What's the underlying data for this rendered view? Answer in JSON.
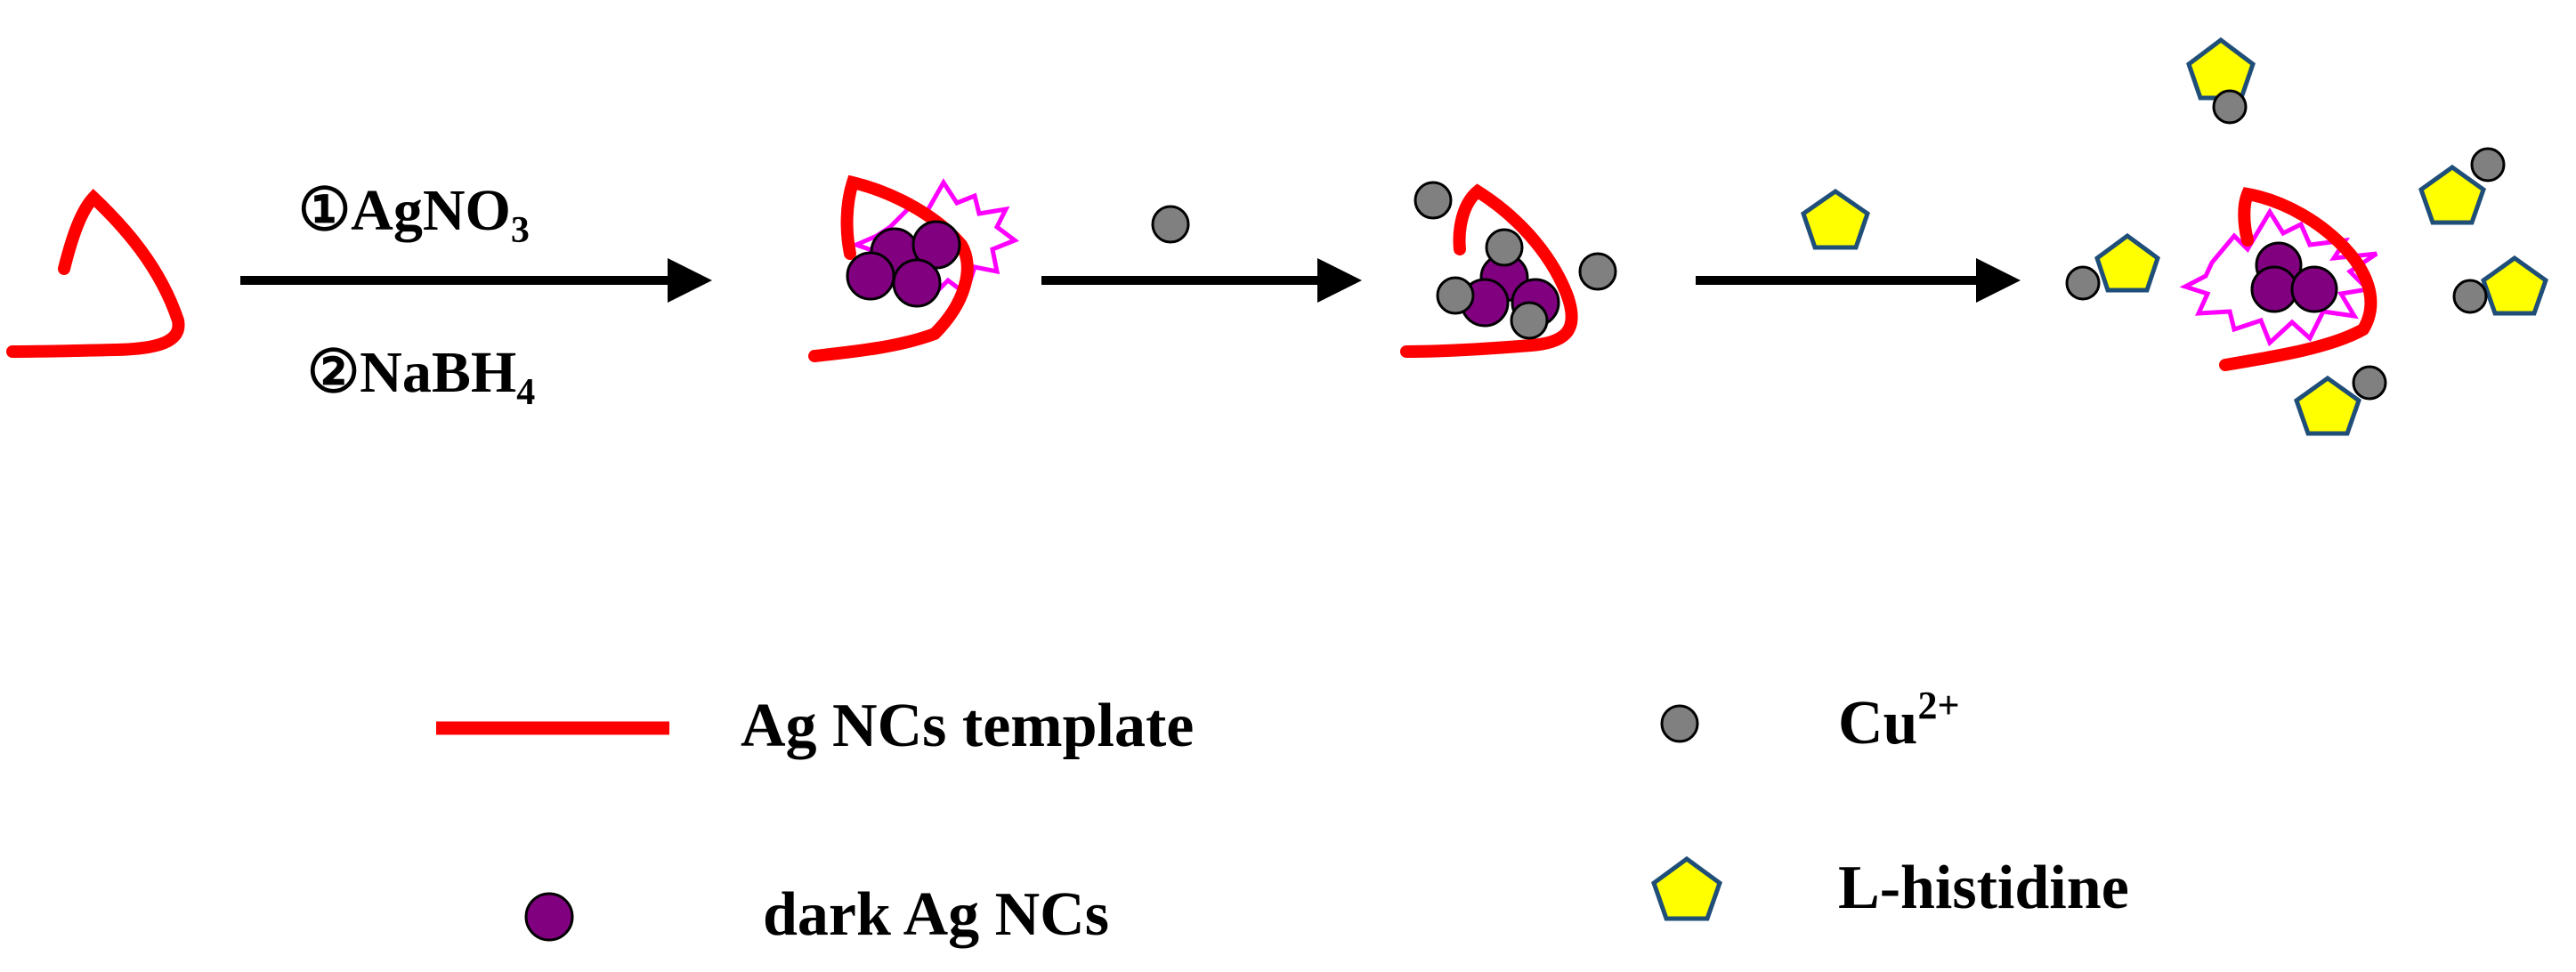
{
  "colors": {
    "template": "#ff0000",
    "cluster": "#800080",
    "glow": "#ff00ff",
    "copper": "#808080",
    "histidine_fill": "#ffff00",
    "histidine_stroke": "#1f4e79",
    "arrow": "#000000"
  },
  "reaction": {
    "step1_circle": "①",
    "step1_label": "AgNO",
    "step1_subscript": "3",
    "step2_circle": "②",
    "step2_label": "NaBH",
    "step2_subscript": "4"
  },
  "legend": {
    "template": "Ag NCs template",
    "clusters": "dark Ag NCs",
    "copper": "Cu",
    "copper_charge": "2+",
    "histidine": "L-histidine"
  }
}
